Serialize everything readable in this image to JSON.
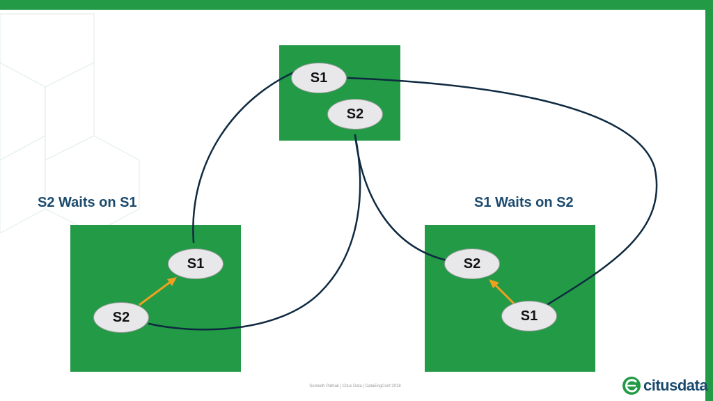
{
  "colors": {
    "accent_green": "#229a46",
    "node_fill": "#e8e8ea",
    "wire": "#0f2a40",
    "wait_arrow": "#f0a020",
    "caption": "#1b4a6d"
  },
  "diagram": {
    "top_box": {
      "nodes": [
        "S1",
        "S2"
      ]
    },
    "left_box": {
      "caption": "S2 Waits on S1",
      "nodes": [
        "S1",
        "S2"
      ]
    },
    "right_box": {
      "caption": "S1 Waits on S2",
      "nodes": [
        "S2",
        "S1"
      ]
    }
  },
  "footer": {
    "text": "Sumedh Pathak | Citus Data | DataEngConf 2018"
  },
  "logo": {
    "text": "citusdata",
    "icon": "citusdata-logo-icon"
  }
}
